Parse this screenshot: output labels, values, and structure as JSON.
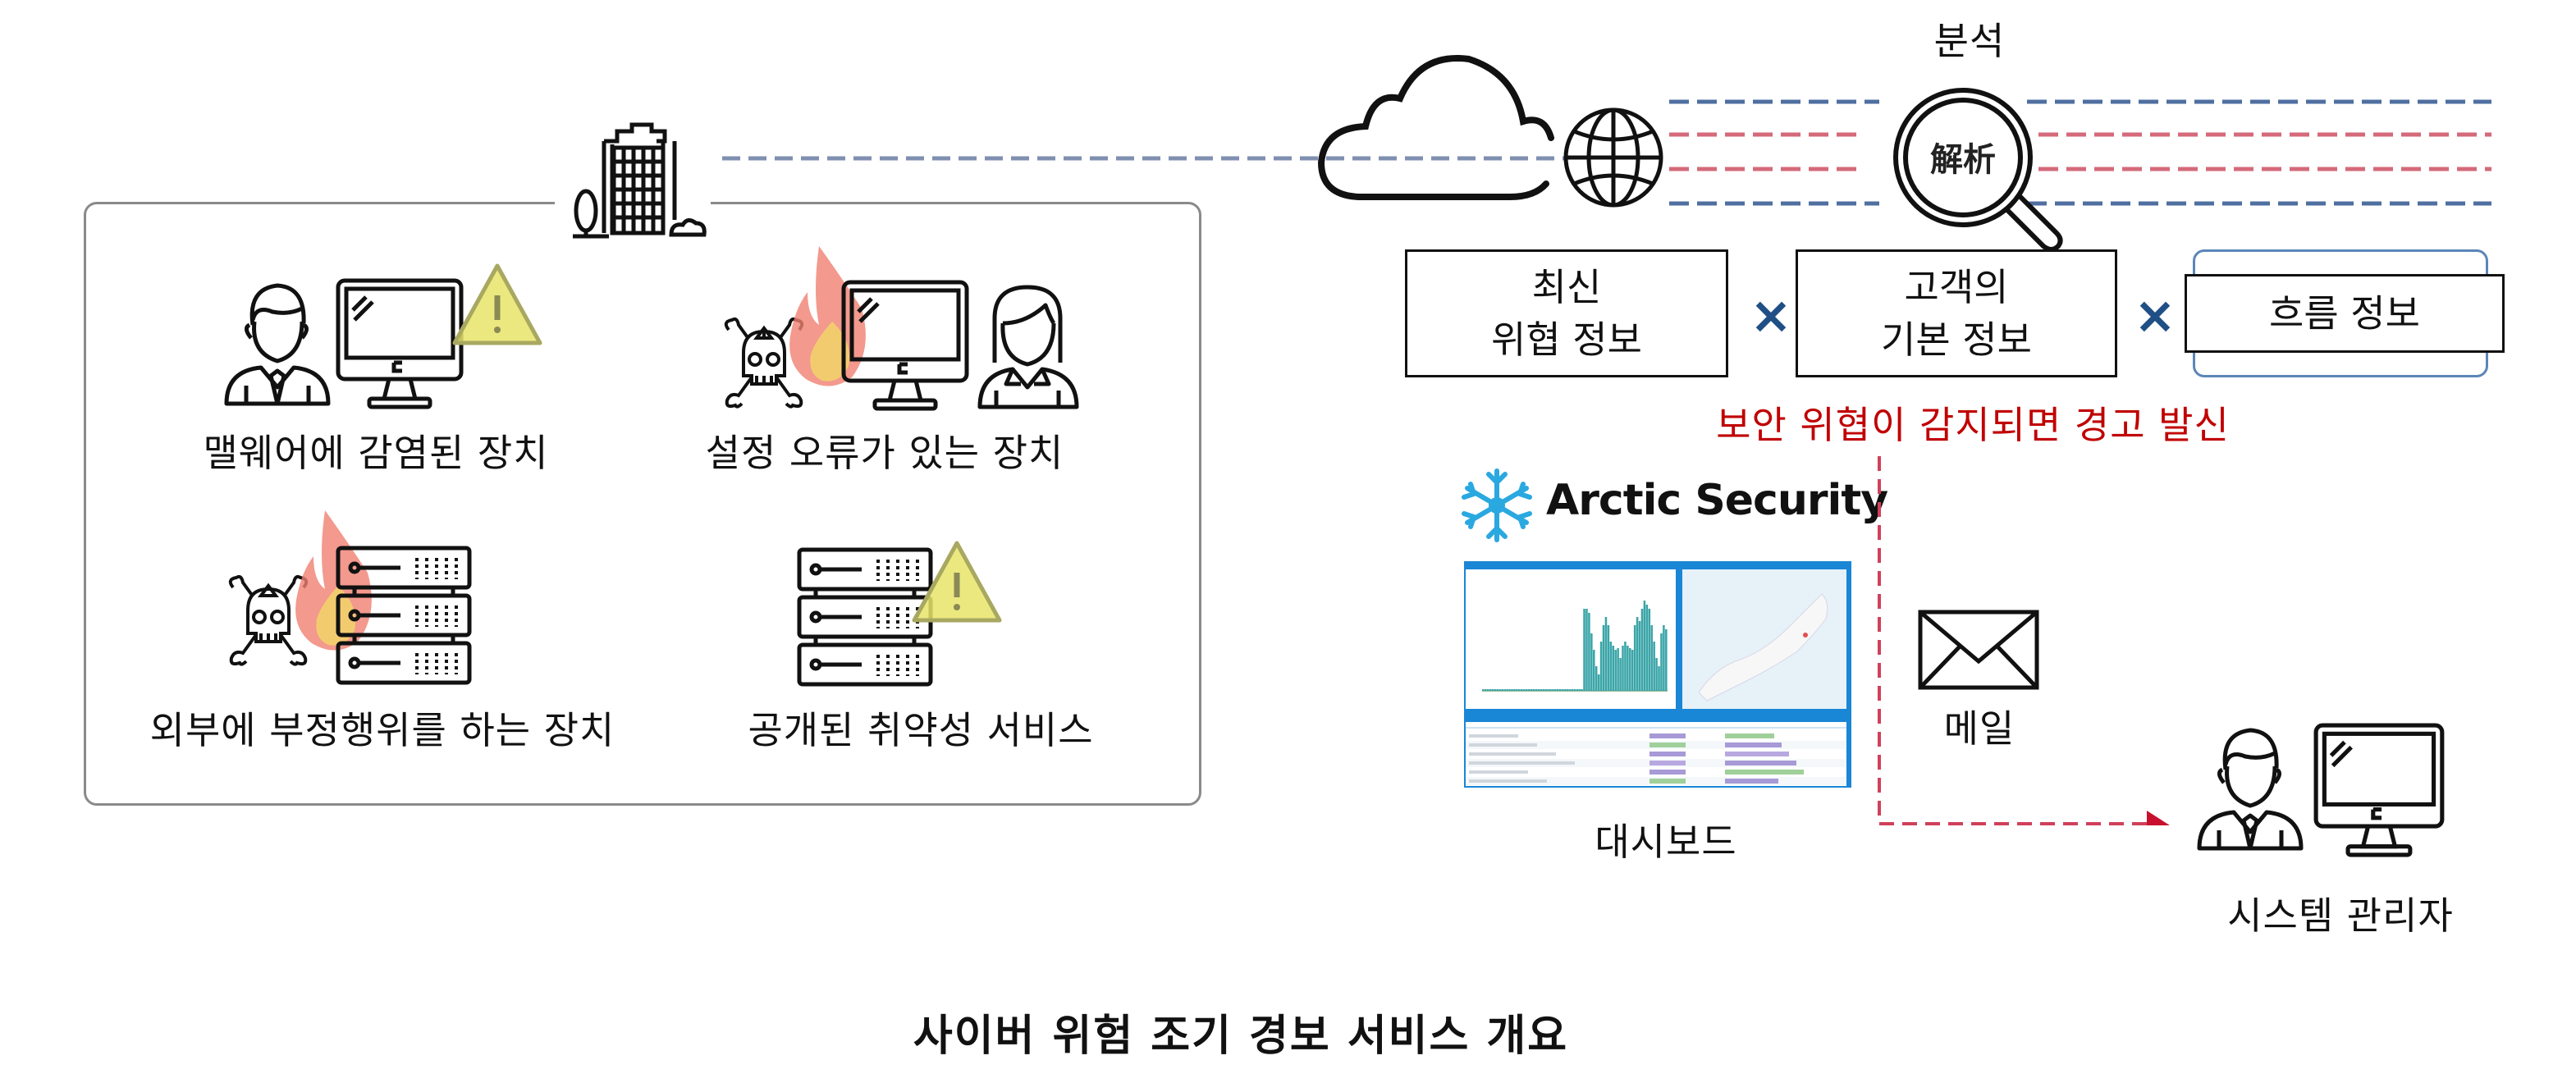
{
  "diagram": {
    "title": "사이버 위험 조기 경보 서비스 개요",
    "customer_site": {
      "building_icon": "office-building-icon",
      "devices": [
        {
          "label": "맬웨어에 감염된 장치",
          "icons": [
            "male-user-icon",
            "desktop-computer-icon",
            "warning-triangle-icon"
          ]
        },
        {
          "label": "설정 오류가 있는 장치",
          "icons": [
            "skull-crossbones-icon",
            "fire-icon",
            "desktop-computer-icon",
            "female-user-icon"
          ]
        },
        {
          "label": "외부에 부정행위를 하는 장치",
          "icons": [
            "skull-crossbones-icon",
            "fire-icon",
            "server-rack-icon"
          ]
        },
        {
          "label": "공개된 취약성 서비스",
          "icons": [
            "server-rack-icon",
            "warning-triangle-icon"
          ]
        }
      ]
    },
    "cloud": {
      "icons": [
        "cloud-icon",
        "globe-icon"
      ]
    },
    "analysis": {
      "label": "분석",
      "magnifier_text": "解析"
    },
    "info_boxes": [
      {
        "line1": "최신",
        "line2": "위협 정보"
      },
      {
        "line1": "고객의",
        "line2": "기본 정보"
      },
      {
        "line1": "흐름 정보",
        "line2": ""
      }
    ],
    "operator_symbol": "×",
    "alert_text": "보안 위협이 감지되면 경고 발신",
    "vendor": {
      "name": "Arctic Security",
      "logo_icon": "snowflake-icon"
    },
    "dashboard": {
      "label": "대시보드"
    },
    "mail": {
      "label": "메일",
      "icon": "envelope-icon"
    },
    "admin": {
      "label": "시스템 관리자"
    },
    "colors": {
      "alert_red": "#c00000",
      "dash_blue": "#4f6fa0",
      "dash_red": "#d46a7a",
      "times_blue": "#1f4f85",
      "warning_yellow": "#e8e46a",
      "fire_orange": "#f08070",
      "logo_blue": "#2aa8e0",
      "dashboard_blue": "#1a86d6",
      "chart_teal": "#3aa5a8"
    }
  }
}
